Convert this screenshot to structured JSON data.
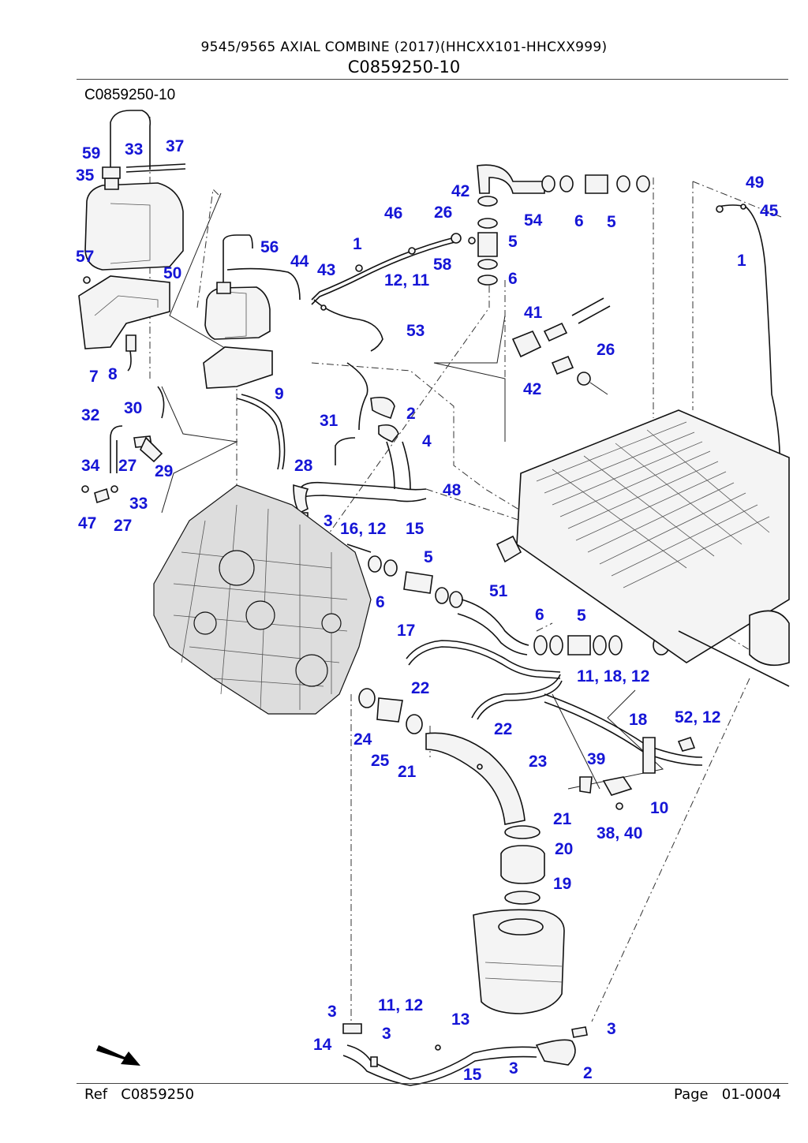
{
  "header": {
    "title": "9545/9565 AXIAL COMBINE (2017)(HHCXX101-HHCXX999)",
    "code": "C0859250-10"
  },
  "figure_label": "C0859250-10",
  "footer": {
    "ref_label": "Ref",
    "ref_code": "C0859250",
    "page_label": "Page",
    "page_number": "01-0004"
  },
  "callouts": {
    "c59": "59",
    "c33a": "33",
    "c37": "37",
    "c35": "35",
    "c57": "57",
    "c50": "50",
    "c7": "7",
    "c8": "8",
    "c56": "56",
    "c44": "44",
    "c43": "43",
    "c1a": "1",
    "c46": "46",
    "c42a": "42",
    "c26a": "26",
    "c12_11": "12, 11",
    "c58": "58",
    "c53": "53",
    "c54": "54",
    "c6a": "6",
    "c5a": "5",
    "c5b": "5",
    "c6b": "6",
    "c49": "49",
    "c45": "45",
    "c1b": "1",
    "c41": "41",
    "c26b": "26",
    "c42b": "42",
    "c32": "32",
    "c30": "30",
    "c27a": "27",
    "c29": "29",
    "c34": "34",
    "c33b": "33",
    "c47": "47",
    "c27b": "27",
    "c9": "9",
    "c31": "31",
    "c2a": "2",
    "c4": "4",
    "c28": "28",
    "c48": "48",
    "c3a": "3",
    "c16_12": "16, 12",
    "c15a": "15",
    "c5c": "5",
    "c6c": "6",
    "c51": "51",
    "c6d": "6",
    "c5d": "5",
    "c17": "17",
    "c22a": "22",
    "c11_18_12": "11, 18, 12",
    "c18": "18",
    "c52_12": "52, 12",
    "c22b": "22",
    "c24": "24",
    "c25": "25",
    "c21a": "21",
    "c23": "23",
    "c39": "39",
    "c10": "10",
    "c38_40": "38, 40",
    "c21b": "21",
    "c20": "20",
    "c19": "19",
    "c3b": "3",
    "c11_12": "11, 12",
    "c13": "13",
    "c3c": "3",
    "c14": "14",
    "c15b": "15",
    "c3d": "3",
    "c3e": "3",
    "c2b": "2"
  },
  "colors": {
    "callout": "#1515d6",
    "line": "#111111"
  }
}
